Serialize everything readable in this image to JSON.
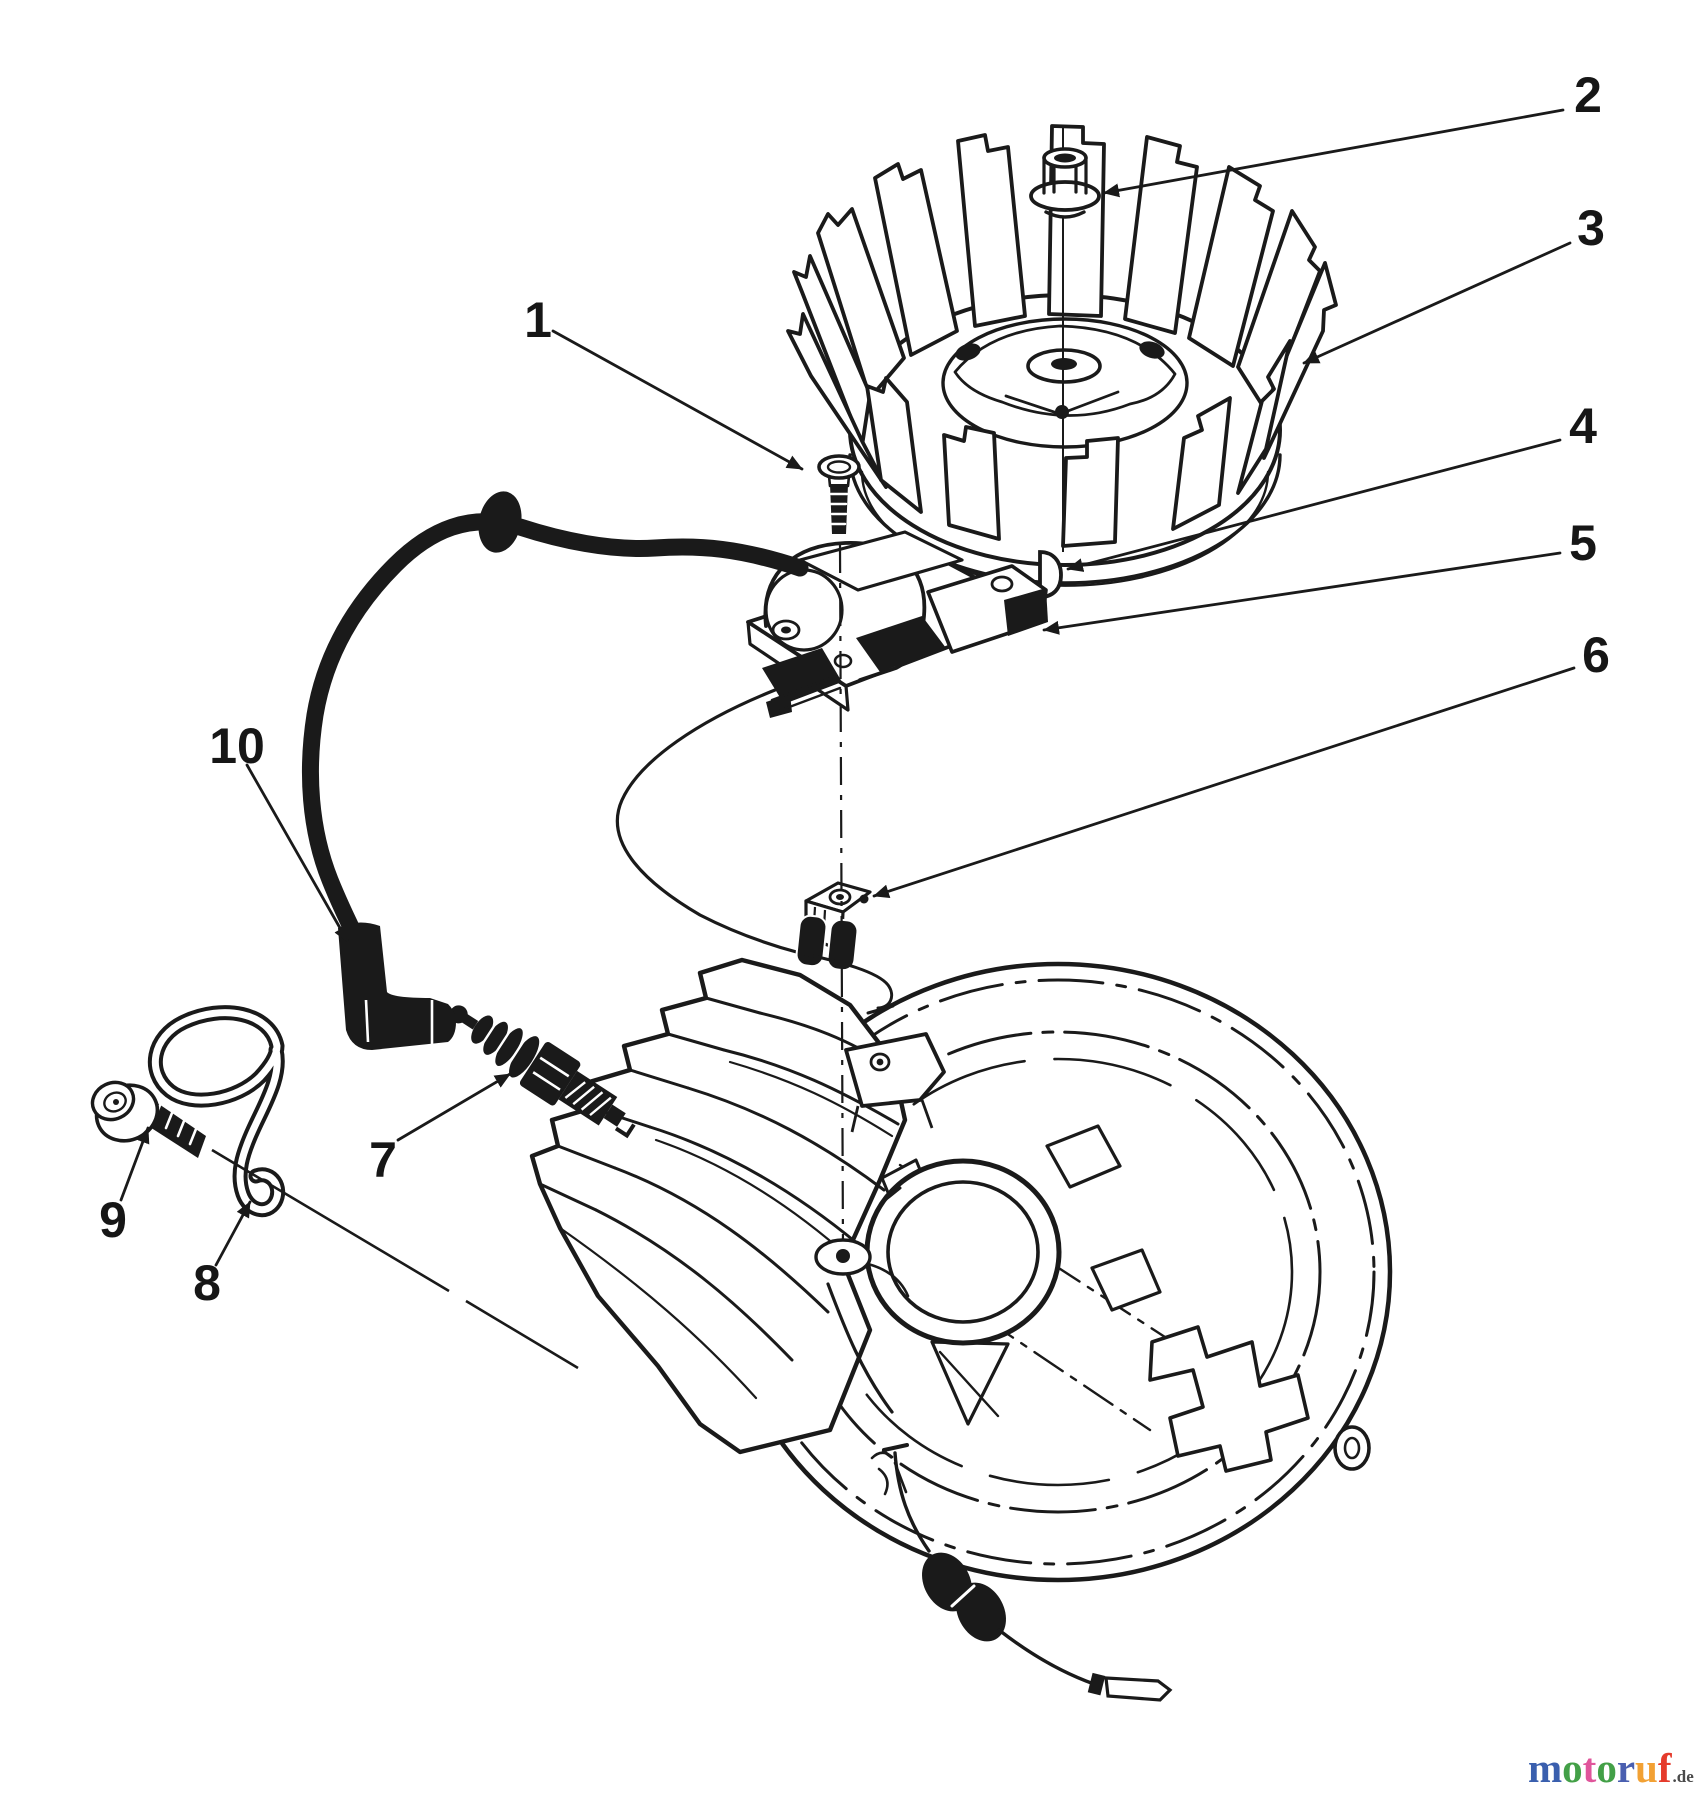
{
  "figure": {
    "type": "exploded-parts-diagram",
    "subject": "engine flywheel and ignition assembly",
    "ink_color": "#1a1a1a",
    "background_color": "#ffffff"
  },
  "callouts": [
    {
      "number": "1"
    },
    {
      "number": "2"
    },
    {
      "number": "3"
    },
    {
      "number": "4"
    },
    {
      "number": "5"
    },
    {
      "number": "6"
    },
    {
      "number": "7"
    },
    {
      "number": "8"
    },
    {
      "number": "9"
    },
    {
      "number": "10"
    }
  ],
  "watermark": {
    "word": "motoruf",
    "suffix": ".de",
    "suffix_color": "#4a4a4a",
    "letters": [
      {
        "ch": "m",
        "color": "#3a5fae"
      },
      {
        "ch": "o",
        "color": "#43a047"
      },
      {
        "ch": "t",
        "color": "#e0559b"
      },
      {
        "ch": "o",
        "color": "#43a047"
      },
      {
        "ch": "r",
        "color": "#4a5fb0"
      },
      {
        "ch": "u",
        "color": "#f2a134"
      },
      {
        "ch": "f",
        "color": "#e53b2c"
      }
    ]
  }
}
